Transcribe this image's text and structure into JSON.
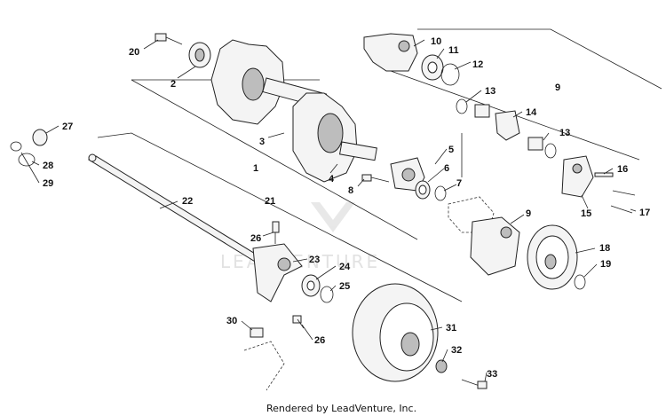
{
  "diagram": {
    "callouts": [
      "1",
      "2",
      "3",
      "4",
      "5",
      "6",
      "7",
      "8",
      "9",
      "10",
      "11",
      "12",
      "13",
      "14",
      "15",
      "16",
      "17",
      "18",
      "19",
      "20",
      "21",
      "22",
      "23",
      "24",
      "25",
      "26",
      "27",
      "28",
      "29",
      "30",
      "31",
      "32",
      "33"
    ],
    "watermark": "LEADVENTURE",
    "credit": "Rendered by LeadVenture, Inc."
  }
}
